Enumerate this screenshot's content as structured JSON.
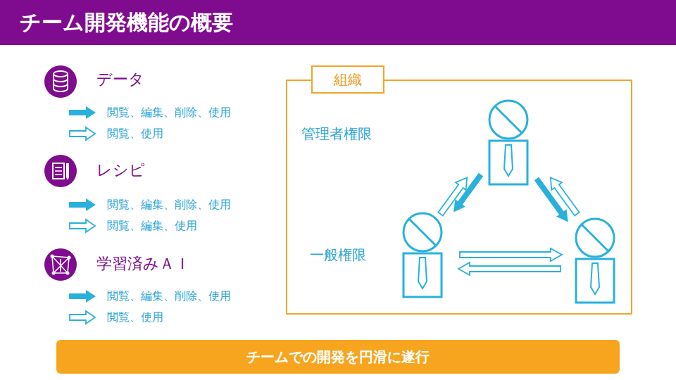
{
  "diagram": {
    "title": "チーム開発機能の概要",
    "nodes": [
      {
        "text": [
          "組織"
        ]
      },
      {
        "text": [
          "チームでの開発を円滑に遂行"
        ]
      }
    ],
    "labels": [
      "データ",
      "閲覧、編集、削除、使用",
      "閲覧、使用",
      "レシピ",
      "閲覧、編集、削除、使用",
      "閲覧、編集、使用",
      "学習済みＡＩ",
      "閲覧、編集、削除、使用",
      "閲覧、使用",
      "管理者権限",
      "一般権限"
    ]
  }
}
